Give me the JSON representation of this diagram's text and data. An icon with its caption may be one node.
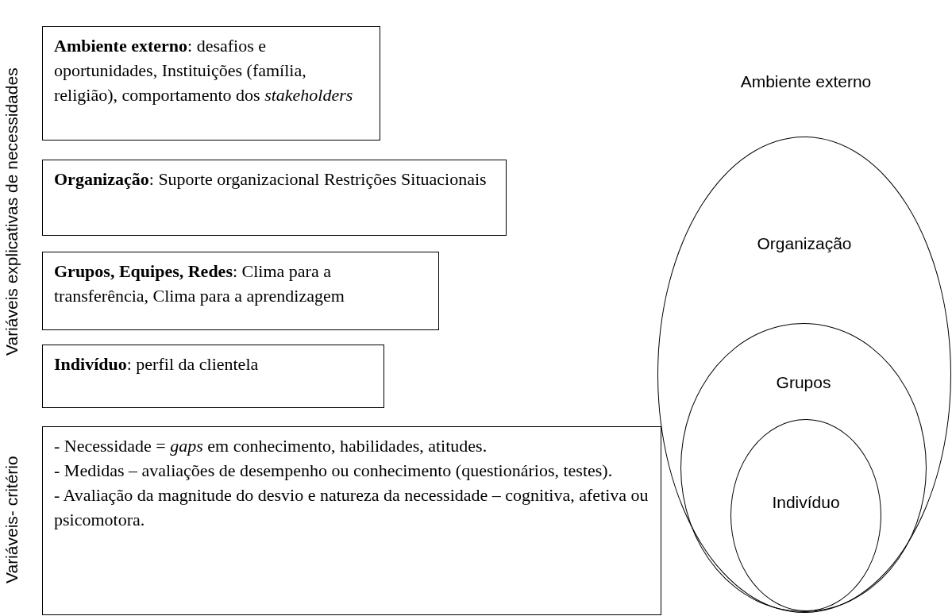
{
  "diagram": {
    "nodes": [
      {
        "text": [
          "**Ambiente externo**: desafios e oportunidades, Instituições (família, religião), comportamento dos *stakeholders*"
        ]
      },
      {
        "text": [
          "**Organização**: Suporte organizacional Restrições Situacionais"
        ]
      },
      {
        "text": [
          "**Grupos, Equipes, Redes**: Clima para a transferência, Clima para a aprendizagem"
        ]
      },
      {
        "text": [
          "**Indivíduo**: perfil da clientela"
        ]
      },
      {
        "text": [
          "- Necessidade = *gaps* em conhecimento, habilidades, atitudes.",
          "- Medidas – avaliações de desempenho ou conhecimento (questionários, testes).",
          "- Avaliação da magnitude do desvio e natureza da necessidade – cognitiva, afetiva ou psicomotora."
        ]
      },
      {
        "text": [
          "Organização"
        ]
      },
      {
        "text": [
          "Grupos"
        ],
        "in": 5
      },
      {
        "text": [
          "Indivíduo"
        ],
        "in": 6
      }
    ],
    "edges": [],
    "labels": [
      "Variáveis explicativas de necessidades",
      "Variáveis- critério",
      "Ambiente externo"
    ]
  }
}
